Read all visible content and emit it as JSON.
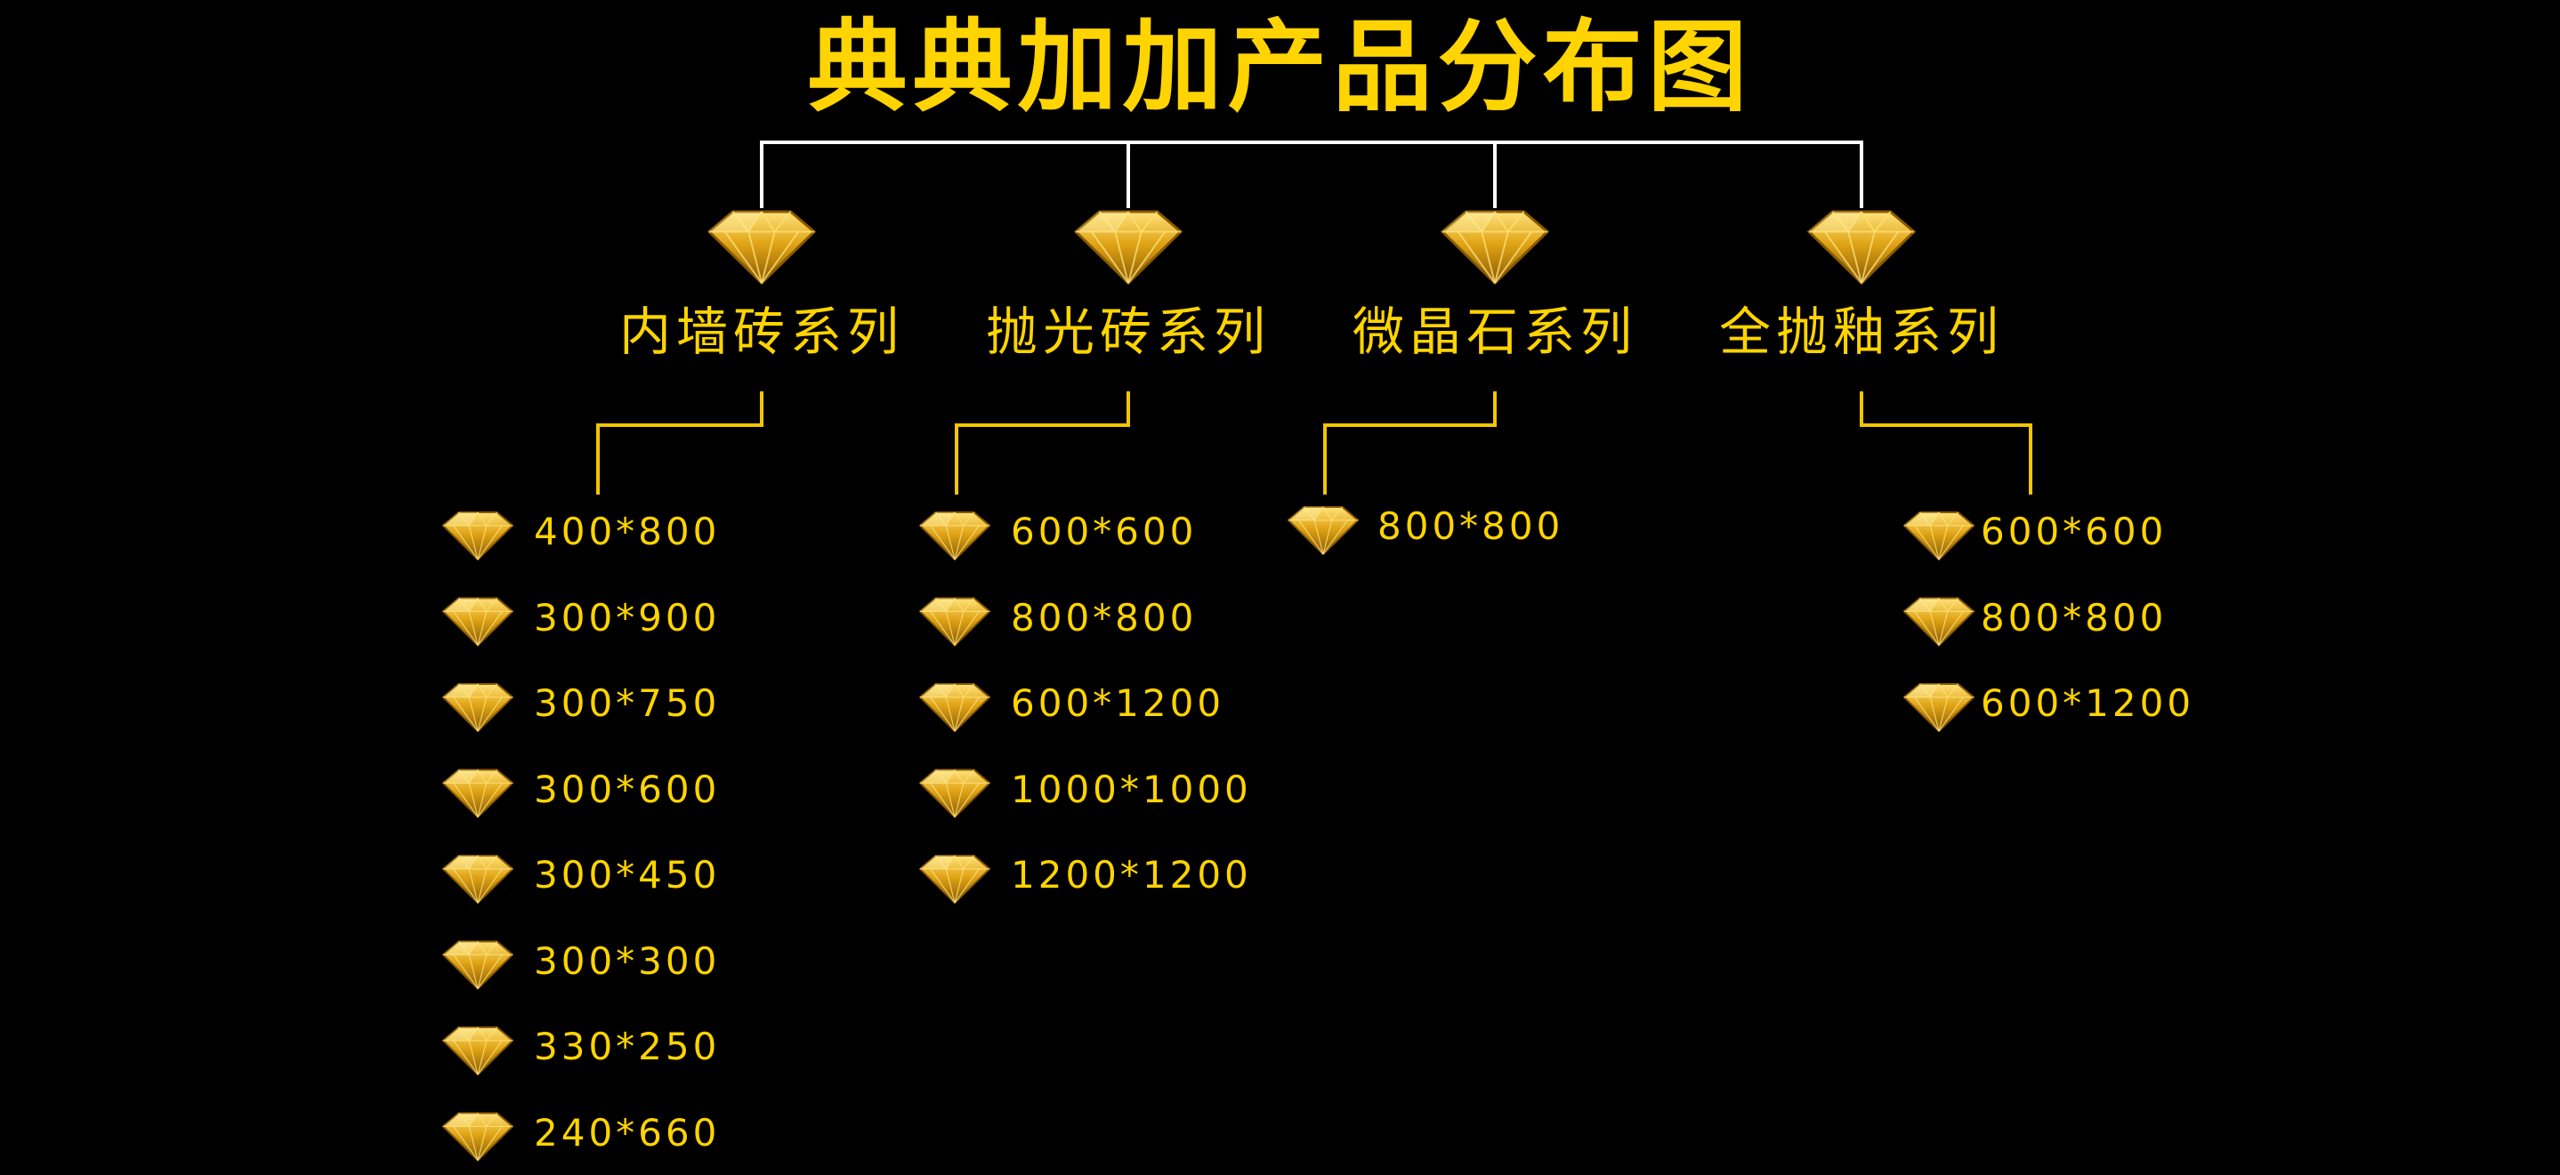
{
  "title": "典典加加产品分布图",
  "colors": {
    "background": "#000000",
    "text": "#FFD400",
    "tree_line": "#FFFFFF",
    "bracket_line": "#F2C500",
    "gem_light": "#FFE27A",
    "gem_mid": "#E0A416",
    "gem_dark": "#8A5A00"
  },
  "bullet_icon": "gold-diamond-icon",
  "categories": [
    {
      "label": "内墙砖系列",
      "sizes": [
        "400*800",
        "300*900",
        "300*750",
        "300*600",
        "300*450",
        "300*300",
        "330*250",
        "240*660"
      ]
    },
    {
      "label": "抛光砖系列",
      "sizes": [
        "600*600",
        "800*800",
        "600*1200",
        "1000*1000",
        "1200*1200"
      ]
    },
    {
      "label": "微晶石系列",
      "sizes": [
        "800*800"
      ]
    },
    {
      "label": "全抛釉系列",
      "sizes": [
        "600*600",
        "800*800",
        "600*1200"
      ]
    }
  ]
}
